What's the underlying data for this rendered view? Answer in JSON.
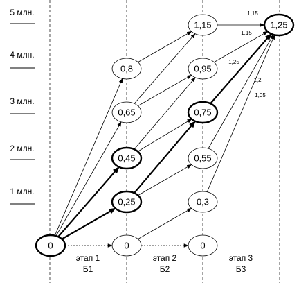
{
  "y_labels": [
    "5 млн.",
    "4 млн.",
    "3 млн.",
    "2 млн.",
    "1 млн."
  ],
  "stage_labels": [
    {
      "stage": "этап 1",
      "code": "Б1"
    },
    {
      "stage": "этап 2",
      "code": "Б2"
    },
    {
      "stage": "этап 3",
      "code": "Б3"
    }
  ],
  "nodes": [
    {
      "id": "start",
      "label": "0",
      "bold": true
    },
    {
      "id": "s1_0",
      "label": "0",
      "bold": false
    },
    {
      "id": "s1_025",
      "label": "0,25",
      "bold": true
    },
    {
      "id": "s1_045",
      "label": "0,45",
      "bold": true
    },
    {
      "id": "s1_065",
      "label": "0,65",
      "bold": false
    },
    {
      "id": "s1_08",
      "label": "0,8",
      "bold": false
    },
    {
      "id": "s2_0",
      "label": "0",
      "bold": false
    },
    {
      "id": "s2_03",
      "label": "0,3",
      "bold": false
    },
    {
      "id": "s2_055",
      "label": "0,55",
      "bold": false
    },
    {
      "id": "s2_075",
      "label": "0,75",
      "bold": true
    },
    {
      "id": "s2_095",
      "label": "0,95",
      "bold": false
    },
    {
      "id": "s2_115",
      "label": "1,15",
      "bold": false
    },
    {
      "id": "end",
      "label": "1,25",
      "bold": true
    }
  ],
  "edges": [
    {
      "from": "start",
      "to": "s1_0",
      "bold": false
    },
    {
      "from": "start",
      "to": "s1_025",
      "bold": true
    },
    {
      "from": "start",
      "to": "s1_045",
      "bold": true
    },
    {
      "from": "start",
      "to": "s1_065",
      "bold": false
    },
    {
      "from": "start",
      "to": "s1_08",
      "bold": false
    },
    {
      "from": "s1_0",
      "to": "s2_0",
      "bold": false
    },
    {
      "from": "s1_0",
      "to": "s2_03",
      "bold": false
    },
    {
      "from": "s1_025",
      "to": "s2_055",
      "bold": false
    },
    {
      "from": "s1_025",
      "to": "s2_075",
      "bold": true
    },
    {
      "from": "s1_045",
      "to": "s2_075",
      "bold": false
    },
    {
      "from": "s1_045",
      "to": "s2_095",
      "bold": false
    },
    {
      "from": "s1_065",
      "to": "s2_095",
      "bold": false
    },
    {
      "from": "s1_065",
      "to": "s2_115",
      "bold": false
    },
    {
      "from": "s1_08",
      "to": "s2_115",
      "bold": false
    },
    {
      "from": "s2_03",
      "to": "end",
      "bold": false,
      "label": "1,05"
    },
    {
      "from": "s2_055",
      "to": "end",
      "bold": false,
      "label": "1,2"
    },
    {
      "from": "s2_075",
      "to": "end",
      "bold": true,
      "label": "1,25"
    },
    {
      "from": "s2_095",
      "to": "end",
      "bold": false,
      "label": "1,15"
    },
    {
      "from": "s2_115",
      "to": "end",
      "bold": false,
      "label": "1,15"
    }
  ]
}
